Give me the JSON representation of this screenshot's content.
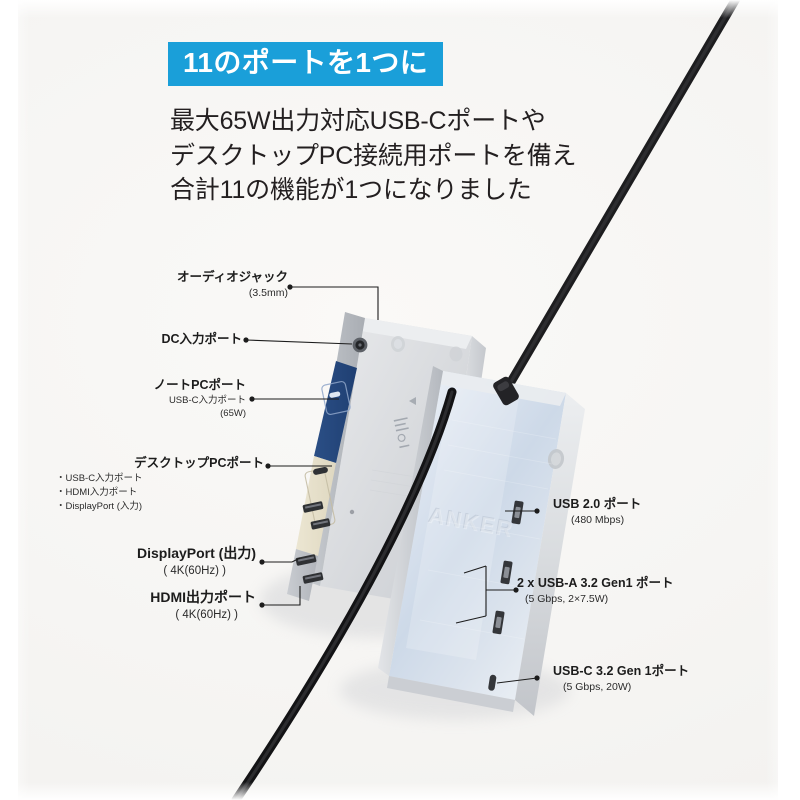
{
  "theme": {
    "accent": "#1a9fd9",
    "page_bg": "#ffffff",
    "panel_bg": "#f6f5f3",
    "text": "#231f20"
  },
  "header": {
    "badge": "11のポートを1つに",
    "subhead": "最大65W出力対応USB-Cポートや\nデスクトップPC接続用ポートを備え\n合計11の機能が1つになりました"
  },
  "brand": {
    "logo_text": "ANKER"
  },
  "callouts_left": [
    {
      "id": "audio-jack",
      "title": "オーディオジャック",
      "sub": "(3.5mm)",
      "bullets": ""
    },
    {
      "id": "dc-in",
      "title": "DC入力ポート",
      "sub": "",
      "bullets": ""
    },
    {
      "id": "laptop-port",
      "title": "ノートPCポート",
      "sub": "USB-C入力ポート\n(65W)",
      "bullets": ""
    },
    {
      "id": "desktop-port",
      "title": "デスクトップPCポート",
      "sub": "",
      "bullets": "・USB-C入力ポート\n・HDMI入力ポート\n・DisplayPort (入力)"
    },
    {
      "id": "displayport-out",
      "title": "DisplayPort (出力)",
      "sub": "( 4K(60Hz) )",
      "bullets": ""
    },
    {
      "id": "hdmi-out",
      "title": "HDMI出力ポート",
      "sub": "( 4K(60Hz) )",
      "bullets": ""
    }
  ],
  "callouts_right": [
    {
      "id": "usb-2",
      "title": "USB 2.0 ポート",
      "sub": "(480 Mbps)"
    },
    {
      "id": "usb-a-32",
      "title": "2 x USB-A 3.2 Gen1 ポート",
      "sub": "(5 Gbps, 2×7.5W)"
    },
    {
      "id": "usb-c-32",
      "title": "USB-C 3.2 Gen 1ポート",
      "sub": "(5 Gbps, 20W)"
    }
  ]
}
